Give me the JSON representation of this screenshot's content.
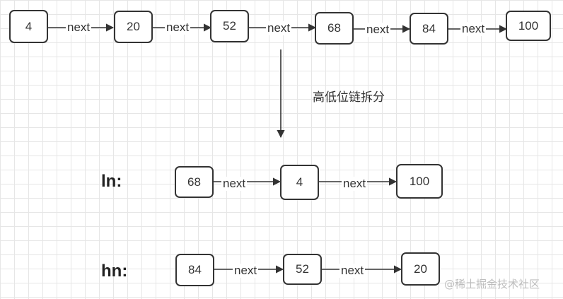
{
  "edge_label": "next",
  "split_caption": "高低位链拆分",
  "original_list": [
    "4",
    "20",
    "52",
    "68",
    "84",
    "100"
  ],
  "low_list": {
    "label": "ln:",
    "nodes": [
      "68",
      "4",
      "100"
    ]
  },
  "high_list": {
    "label": "hn:",
    "nodes": [
      "84",
      "52",
      "20"
    ]
  },
  "watermark": "@稀土掘金技术社区",
  "colors": {
    "stroke": "#333333",
    "grid": "#e6e6e6",
    "background": "#ffffff"
  }
}
